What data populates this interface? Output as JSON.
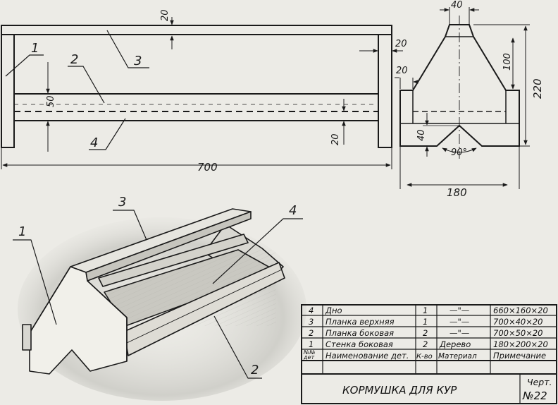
{
  "front_view": {
    "dim_length": "700",
    "dim_top_plank": "20",
    "dim_side_plank_height": "50",
    "dim_leg": "20",
    "dim_bottom": "20",
    "callouts": [
      "1",
      "2",
      "3",
      "4"
    ]
  },
  "side_view": {
    "dim_top_width": "40",
    "dim_upper": "100",
    "dim_total_height": "220",
    "dim_wall": "20",
    "dim_notch": "40",
    "dim_angle": "90°",
    "dim_width": "180"
  },
  "iso_view": {
    "callouts": [
      "1",
      "3",
      "4",
      "2"
    ]
  },
  "parts_table": {
    "rows": [
      {
        "num": "4",
        "name": "Дно",
        "qty": "1",
        "material": "—\"—",
        "note": "660×160×20"
      },
      {
        "num": "3",
        "name": "Планка верхняя",
        "qty": "1",
        "material": "—\"—",
        "note": "700×40×20"
      },
      {
        "num": "2",
        "name": "Планка боковая",
        "qty": "2",
        "material": "—\"—",
        "note": "700×50×20"
      },
      {
        "num": "1",
        "name": "Стенка боковая",
        "qty": "2",
        "material": "Дерево",
        "note": "180×200×20"
      }
    ],
    "header": {
      "num_line1": "№№",
      "num_line2": "дет",
      "name": "Наименование дет.",
      "qty": "К-во",
      "material": "Материал",
      "note": "Примечание"
    },
    "title": "КОРМУШКА ДЛЯ КУР",
    "drawing_label": "Черт.",
    "drawing_number": "№22"
  }
}
